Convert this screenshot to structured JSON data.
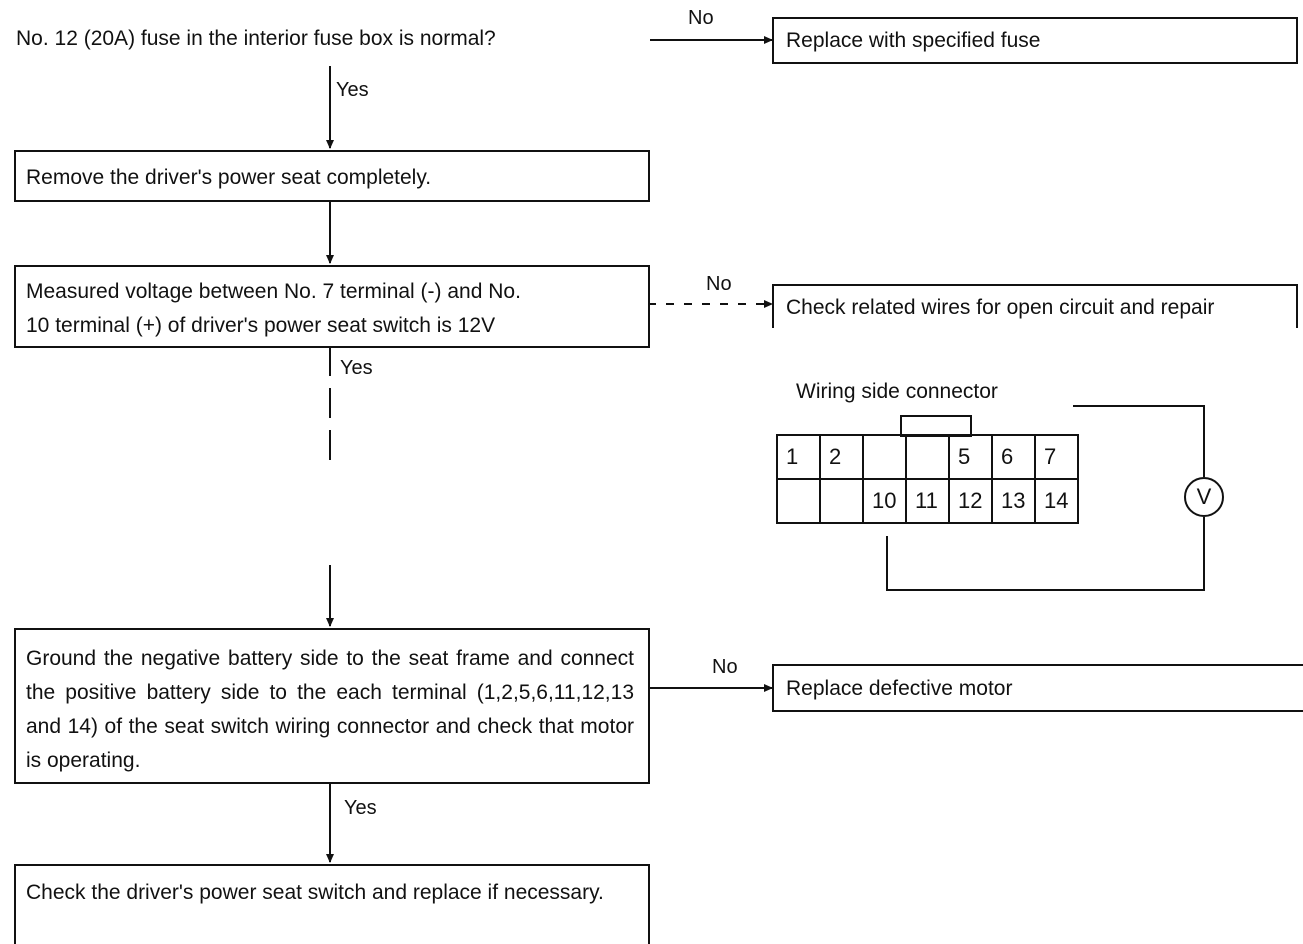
{
  "steps": [
    {
      "id": "fuse",
      "text": "No. 12 (20A) fuse in the interior fuse box is normal?"
    },
    {
      "id": "remove",
      "text": "Remove the driver's power seat completely."
    },
    {
      "id": "voltage",
      "lines": [
        "Measured voltage between No. 7 terminal (-) and No.",
        "10 terminal (+) of driver's power seat switch is 12V"
      ]
    },
    {
      "id": "ground",
      "text": "Ground the negative battery side to the seat frame and connect the positive battery side to the each terminal (1,2,5,6,11,12,13 and 14) of the seat switch wiring connector and check that motor is operating."
    },
    {
      "id": "check-switch",
      "text": "Check the driver's power seat switch and replace if necessary."
    }
  ],
  "actions": {
    "fuse": "Replace with specified fuse",
    "voltage": "Check related wires for open circuit and repair",
    "ground": "Replace defective motor"
  },
  "labels": {
    "yes": "Yes",
    "no": "No"
  },
  "connector": {
    "title": "Wiring side connector",
    "top_row": [
      "1",
      "2",
      "",
      "",
      "5",
      "6",
      "7"
    ],
    "bottom_row": [
      "",
      "",
      "10",
      "11",
      "12",
      "13",
      "14"
    ],
    "meter": "V"
  }
}
